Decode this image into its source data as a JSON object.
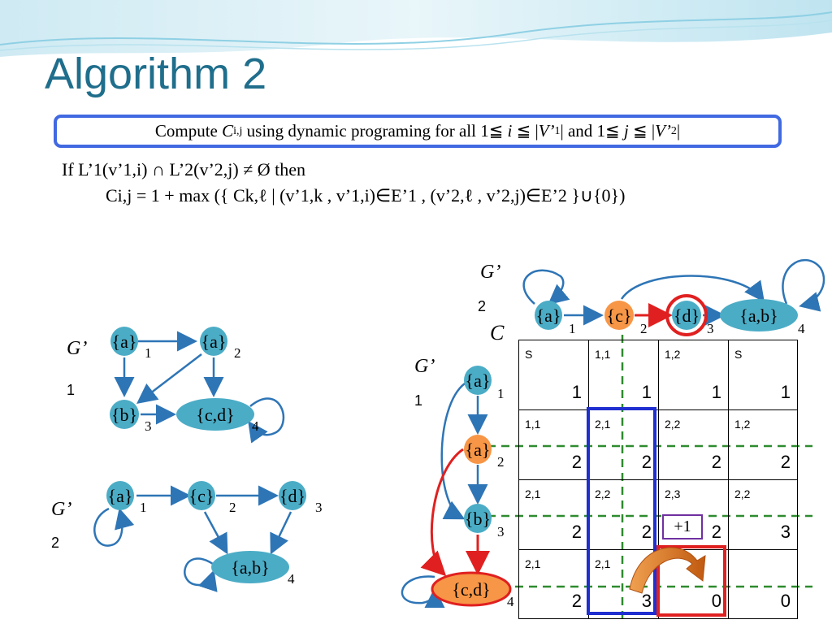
{
  "slide": {
    "title": "Algorithm 2",
    "box": {
      "prefix": "Compute ",
      "c": "C",
      "c_sub": "i,j",
      "middle": " using dynamic programing for all 1≦ ",
      "i": "i",
      "le1": " ≦ |",
      "v1": "V’",
      "v1_sub": "1",
      "close1": "| and 1≦ ",
      "j": "j",
      "le2": " ≦ |",
      "v2": "V’",
      "v2_sub": "2",
      "close2": "|"
    },
    "cond": "If L’1(v’1,i) ∩ L’2(v’2,j) ≠ Ø then",
    "recur": "Ci,j = 1 + max ({ Ck,ℓ | (v’1,k , v’1,i)∈E’1 , (v’2,ℓ , v’2,j)∈E’2 }∪{0})"
  },
  "graphs": {
    "g1_top": {
      "name": "G’",
      "sub": "1",
      "nodes": [
        {
          "label": "{a}",
          "idx": "1"
        },
        {
          "label": "{a}",
          "idx": "2"
        },
        {
          "label": "{b}",
          "idx": "3"
        },
        {
          "label": "{c,d}",
          "idx": "4"
        }
      ]
    },
    "g2_left": {
      "name": "G’",
      "sub": "2",
      "nodes": [
        {
          "label": "{a}",
          "idx": "1"
        },
        {
          "label": "{c}",
          "idx": "2"
        },
        {
          "label": "{d}",
          "idx": "3"
        },
        {
          "label": "{a,b}",
          "idx": "4"
        }
      ]
    },
    "g2_right": {
      "name": "G’",
      "sub": "2",
      "nodes": [
        {
          "label": "{a}",
          "idx": "1"
        },
        {
          "label": "{c}",
          "idx": "2"
        },
        {
          "label": "{d}",
          "idx": "3"
        },
        {
          "label": "{a,b}",
          "idx": "4"
        }
      ]
    },
    "g1_vertical": {
      "name": "G’",
      "sub": "1",
      "nodes": [
        {
          "label": "{a}",
          "idx": "1"
        },
        {
          "label": "{a}",
          "idx": "2"
        },
        {
          "label": "{b}",
          "idx": "3"
        },
        {
          "label": "{c,d}",
          "idx": "4"
        }
      ]
    }
  },
  "table": {
    "label": "C",
    "rows": [
      [
        {
          "tag": "S",
          "val": "1"
        },
        {
          "tag": "1,1",
          "val": "1"
        },
        {
          "tag": "1,2",
          "val": "1"
        },
        {
          "tag": "S",
          "val": "1"
        }
      ],
      [
        {
          "tag": "1,1",
          "val": "2"
        },
        {
          "tag": "2,1",
          "val": "2"
        },
        {
          "tag": "2,2",
          "val": "2"
        },
        {
          "tag": "1,2",
          "val": "2"
        }
      ],
      [
        {
          "tag": "2,1",
          "val": "2"
        },
        {
          "tag": "2,2",
          "val": "2"
        },
        {
          "tag": "2,3",
          "val": "2"
        },
        {
          "tag": "2,2",
          "val": "3"
        }
      ],
      [
        {
          "tag": "2,1",
          "val": "2"
        },
        {
          "tag": "2,1",
          "val": "3"
        },
        {
          "tag": "",
          "val": "0"
        },
        {
          "tag": "",
          "val": "0"
        }
      ]
    ],
    "plus_label": "+1"
  },
  "colors": {
    "title": "#1f6e8c",
    "node_teal": "#4bacc6",
    "node_orange": "#f79646",
    "edge_blue": "#2e75b6",
    "highlight_red": "#e02020",
    "highlight_blue": "#1f2fd0",
    "dash_green": "#2e8b2e",
    "box_border": "#4169e1"
  }
}
